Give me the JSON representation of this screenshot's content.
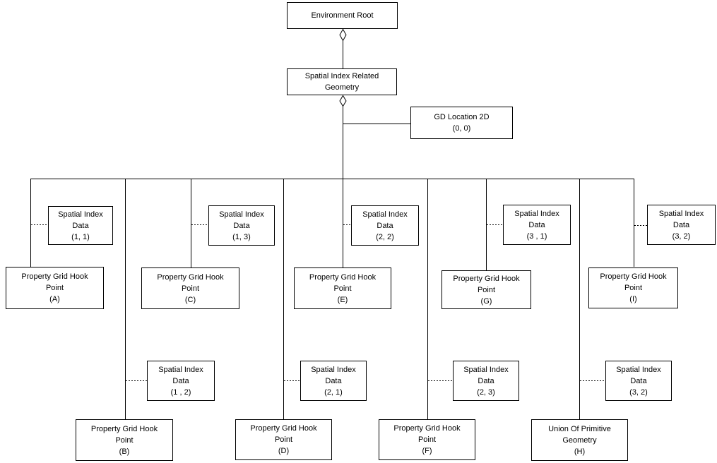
{
  "nodes": {
    "env_root": [
      "Environment Root"
    ],
    "sirg": [
      "Spatial Index Related",
      "Geometry"
    ],
    "gd_location": [
      "GD Location 2D",
      "(0, 0)"
    ],
    "sid_1_1": [
      "Spatial Index",
      "Data",
      "(1, 1)"
    ],
    "sid_1_3": [
      "Spatial Index",
      "Data",
      "(1, 3)"
    ],
    "sid_2_2": [
      "Spatial Index",
      "Data",
      "(2, 2)"
    ],
    "sid_3_1": [
      "Spatial Index",
      "Data",
      "(3 , 1)"
    ],
    "sid_3_2_top": [
      "Spatial Index",
      "Data",
      "(3, 2)"
    ],
    "sid_1_2": [
      "Spatial Index",
      "Data",
      "(1 , 2)"
    ],
    "sid_2_1": [
      "Spatial Index",
      "Data",
      "(2, 1)"
    ],
    "sid_2_3": [
      "Spatial Index",
      "Data",
      "(2, 3)"
    ],
    "sid_3_2_bottom": [
      "Spatial Index",
      "Data",
      "(3, 2)"
    ],
    "pghp_a": [
      "Property Grid Hook",
      "Point",
      "(A)"
    ],
    "pghp_b": [
      "Property Grid Hook",
      "Point",
      "(B)"
    ],
    "pghp_c": [
      "Property Grid Hook",
      "Point",
      "(C)"
    ],
    "pghp_d": [
      "Property Grid Hook",
      "Point",
      "(D)"
    ],
    "pghp_e": [
      "Property Grid Hook",
      "Point",
      "(E)"
    ],
    "pghp_f": [
      "Property Grid Hook",
      "Point",
      "(F)"
    ],
    "pghp_g": [
      "Property Grid Hook",
      "Point",
      "(G)"
    ],
    "pghp_i": [
      "Property Grid Hook",
      "Point",
      "(I)"
    ],
    "union_h": [
      "Union Of Primitive",
      "Geometry",
      "(H)"
    ]
  },
  "colors": {
    "line": "#000000",
    "background": "#ffffff",
    "box_fill": "#ffffff"
  }
}
